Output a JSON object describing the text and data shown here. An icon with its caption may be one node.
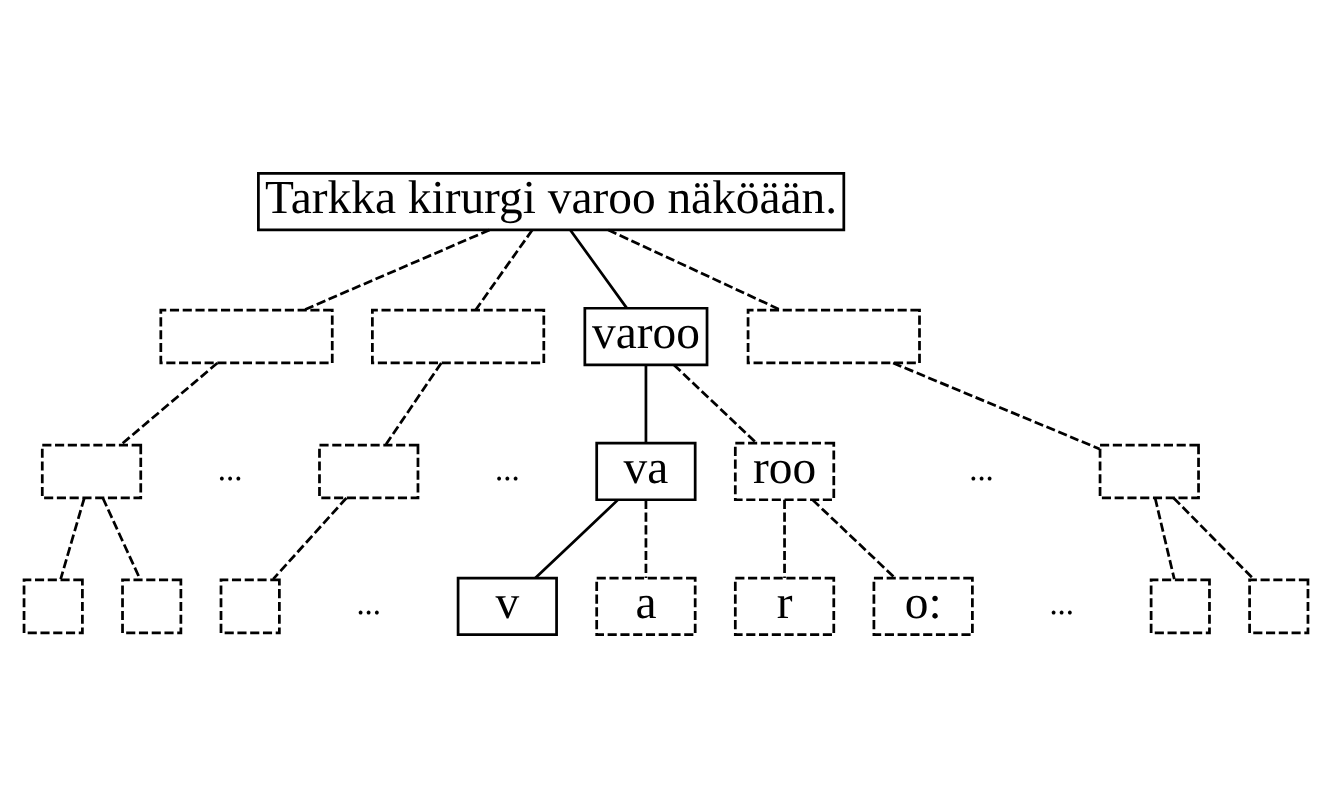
{
  "diagram": {
    "nodes": [
      {
        "text": [
          "Tarkka kirurgi varoo näköään."
        ]
      },
      {
        "text": [],
        "shape": "box"
      },
      {
        "text": [],
        "shape": "box"
      },
      {
        "text": [
          "varoo"
        ]
      },
      {
        "text": [],
        "shape": "box"
      },
      {
        "text": [],
        "shape": "box"
      },
      {
        "text": [],
        "shape": "box"
      },
      {
        "text": [
          "va"
        ]
      },
      {
        "text": [
          "roo"
        ]
      },
      {
        "text": [],
        "shape": "box"
      },
      {
        "text": [],
        "shape": "box"
      },
      {
        "text": [],
        "shape": "box"
      },
      {
        "text": [],
        "shape": "box"
      },
      {
        "text": [
          "v"
        ]
      },
      {
        "text": [
          "a"
        ]
      },
      {
        "text": [
          "r"
        ]
      },
      {
        "text": [
          "o:"
        ]
      },
      {
        "text": [],
        "shape": "box"
      },
      {
        "text": [],
        "shape": "box"
      }
    ],
    "edges": [
      {
        "from": 0,
        "to": 1,
        "arrow": "none",
        "style": "dashed"
      },
      {
        "from": 0,
        "to": 2,
        "arrow": "none",
        "style": "dashed"
      },
      {
        "from": 0,
        "to": 3,
        "arrow": "none"
      },
      {
        "from": 0,
        "to": 4,
        "arrow": "none",
        "style": "dashed"
      },
      {
        "from": 1,
        "to": 5,
        "arrow": "none",
        "style": "dashed"
      },
      {
        "from": 2,
        "to": 6,
        "arrow": "none",
        "style": "dashed"
      },
      {
        "from": 3,
        "to": 7,
        "arrow": "none"
      },
      {
        "from": 3,
        "to": 8,
        "arrow": "none",
        "style": "dashed"
      },
      {
        "from": 4,
        "to": 9,
        "arrow": "none",
        "style": "dashed"
      },
      {
        "from": 5,
        "to": 10,
        "arrow": "none",
        "style": "dashed"
      },
      {
        "from": 5,
        "to": 11,
        "arrow": "none",
        "style": "dashed"
      },
      {
        "from": 6,
        "to": 12,
        "arrow": "none",
        "style": "dashed"
      },
      {
        "from": 7,
        "to": 13,
        "arrow": "none"
      },
      {
        "from": 7,
        "to": 14,
        "arrow": "none",
        "style": "dashed"
      },
      {
        "from": 8,
        "to": 15,
        "arrow": "none",
        "style": "dashed"
      },
      {
        "from": 8,
        "to": 16,
        "arrow": "none",
        "style": "dashed"
      },
      {
        "from": 9,
        "to": 17,
        "arrow": "none",
        "style": "dashed"
      },
      {
        "from": 9,
        "to": 18,
        "arrow": "none",
        "style": "dashed"
      }
    ],
    "labels": [
      "...",
      "...",
      "...",
      "...",
      "..."
    ]
  }
}
